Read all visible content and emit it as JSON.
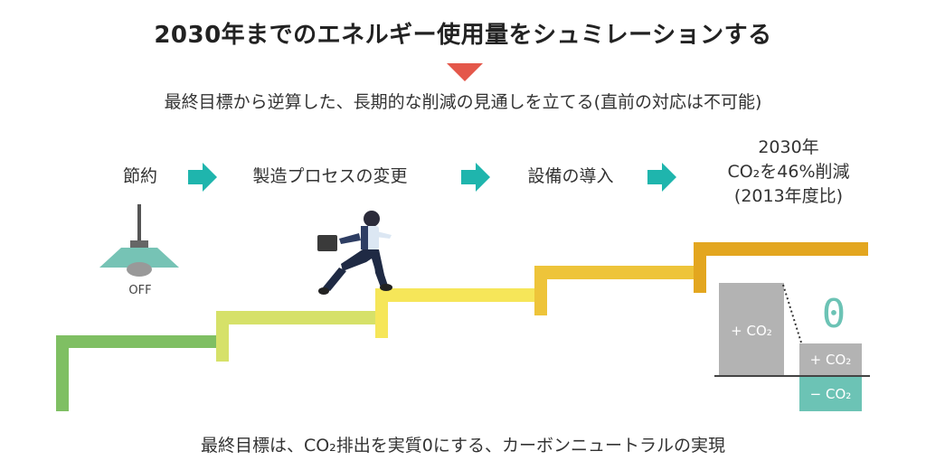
{
  "title": "2030年までのエネルギー使用量をシュミレーションする",
  "subtitle": "最終目標から逆算した、長期的な削減の見通しを立てる(直前の対応は不可能)",
  "steps": [
    {
      "label": "節約"
    },
    {
      "label": "製造プロセスの変更"
    },
    {
      "label": "設備の導入"
    }
  ],
  "goal": {
    "line1": "2030年",
    "line2": "CO₂を46%削減",
    "line3": "(2013年度比)"
  },
  "lamp": {
    "label": "OFF"
  },
  "co2_chart": {
    "plus_large": "+ CO₂",
    "plus_small": "+ CO₂",
    "minus_small": "− CO₂",
    "zero": "0"
  },
  "bottom_text": "最終目標は、CO₂排出を実質0にする、カーボンニュートラルの実現",
  "colors": {
    "arrow_teal": "#1fb5ad",
    "triangle_red": "#e4574a",
    "stair_1": "#7fbf63",
    "stair_2": "#d6e169",
    "stair_3": "#f6e659",
    "stair_4": "#eec43a",
    "stair_5": "#e3a61f",
    "co2_gray": "#b3b3b3",
    "co2_teal": "#6cc3b5"
  }
}
